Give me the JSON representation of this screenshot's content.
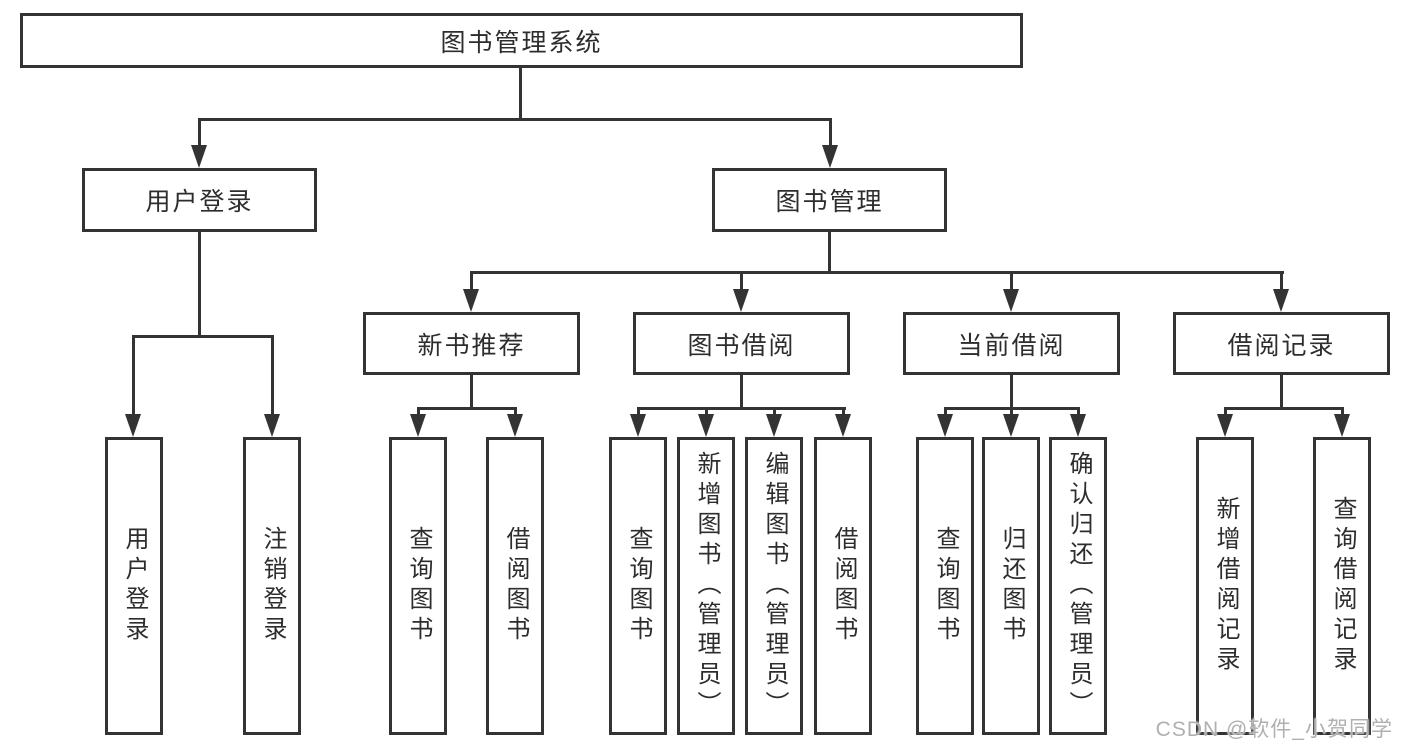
{
  "diagram": {
    "root": {
      "label": "图书管理系统"
    },
    "branches": [
      {
        "label": "用户登录",
        "children": [
          {
            "label": "用户登录"
          },
          {
            "label": "注销登录"
          }
        ]
      },
      {
        "label": "图书管理",
        "children": [
          {
            "label": "新书推荐",
            "children": [
              {
                "label": "查询图书"
              },
              {
                "label": "借阅图书"
              }
            ]
          },
          {
            "label": "图书借阅",
            "children": [
              {
                "label": "查询图书"
              },
              {
                "label": "新增图书（管理员）"
              },
              {
                "label": "编辑图书（管理员）"
              },
              {
                "label": "借阅图书"
              }
            ]
          },
          {
            "label": "当前借阅",
            "children": [
              {
                "label": "查询图书"
              },
              {
                "label": "归还图书"
              },
              {
                "label": "确认归还（管理员）"
              }
            ]
          },
          {
            "label": "借阅记录",
            "children": [
              {
                "label": "新增借阅记录"
              },
              {
                "label": "查询借阅记录"
              }
            ]
          }
        ]
      }
    ]
  },
  "watermark": {
    "text": "CSDN @软件_小贺同学"
  },
  "colors": {
    "line": "#333333",
    "text": "#2d2d2d",
    "background": "#ffffff",
    "watermark": "#b0b0b0"
  }
}
